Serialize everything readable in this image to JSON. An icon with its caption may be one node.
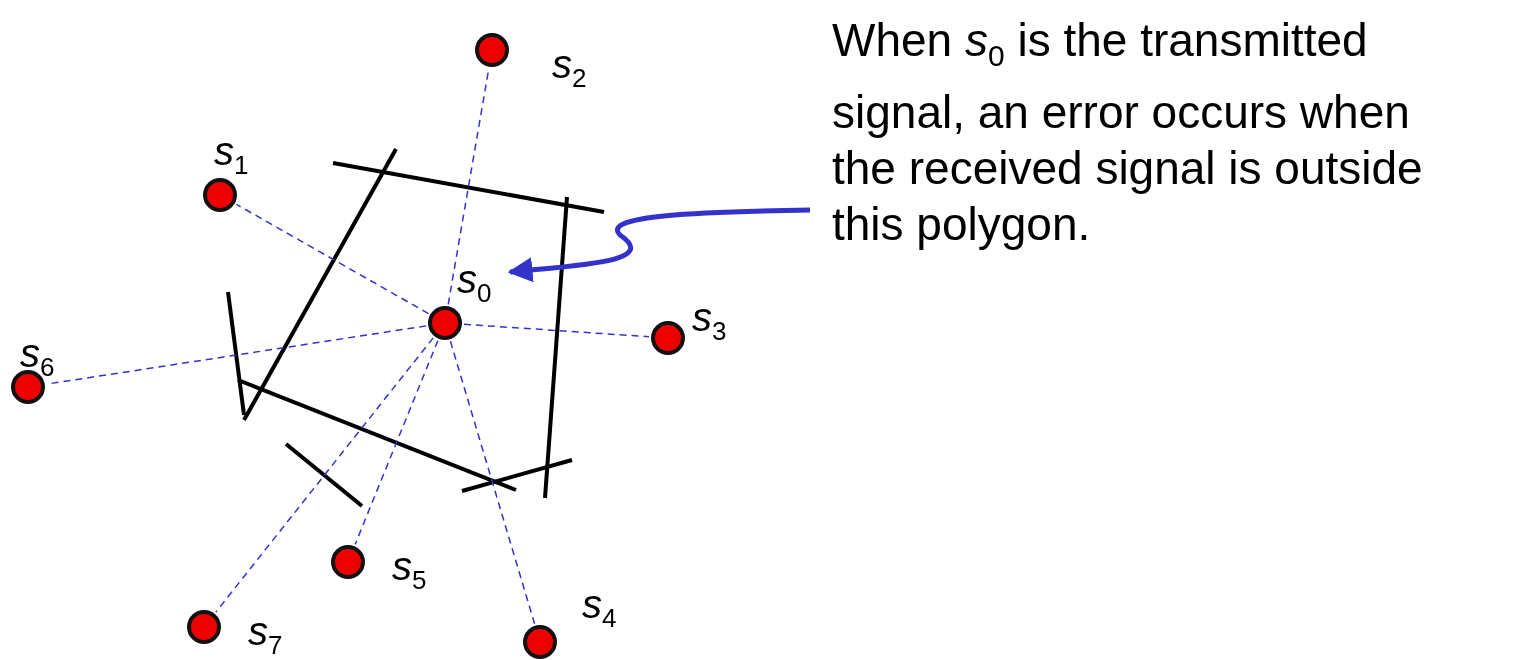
{
  "diagram": {
    "nodes": [
      {
        "text": [],
        "shape": "circle",
        "beside": [
          "*s*$_{2}$"
        ]
      },
      {
        "text": [
          "When *s*$_{0}$ is the transmitted signal, an error occurs when the received signal is outside this polygon."
        ]
      },
      {
        "text": [],
        "shape": "circle",
        "beside": [
          "*s*$_{1}$"
        ]
      },
      {
        "text": [],
        "shape": "circle",
        "beside": [
          "*s*$_{0}$"
        ]
      },
      {
        "text": [],
        "shape": "circle",
        "beside": [
          "*s*$_{3}$"
        ]
      },
      {
        "text": [],
        "shape": "circle",
        "beside": [
          "*s*$_{6}$"
        ]
      },
      {
        "text": [],
        "shape": "circle",
        "beside": [
          "*s*$_{5}$"
        ]
      },
      {
        "text": [],
        "shape": "circle",
        "beside": [
          "*s*$_{7}$"
        ]
      },
      {
        "text": [],
        "shape": "circle",
        "beside": [
          "*s*$_{4}$"
        ]
      }
    ],
    "edges": [
      {
        "from": 3,
        "to": 0,
        "arrow": "none",
        "style": "dashed"
      },
      {
        "from": 3,
        "to": 2,
        "arrow": "none",
        "style": "dashed"
      },
      {
        "from": 3,
        "to": 4,
        "arrow": "none",
        "style": "dashed"
      },
      {
        "from": 3,
        "to": 5,
        "arrow": "none",
        "style": "dashed"
      },
      {
        "from": 3,
        "to": 6,
        "arrow": "none",
        "style": "dashed"
      },
      {
        "from": 3,
        "to": 7,
        "arrow": "none",
        "style": "dashed"
      },
      {
        "from": 3,
        "to": 8,
        "arrow": "none",
        "style": "dashed"
      },
      {
        "from": 1,
        "to": 3,
        "arrow": "to",
        "style": "thick"
      }
    ]
  }
}
